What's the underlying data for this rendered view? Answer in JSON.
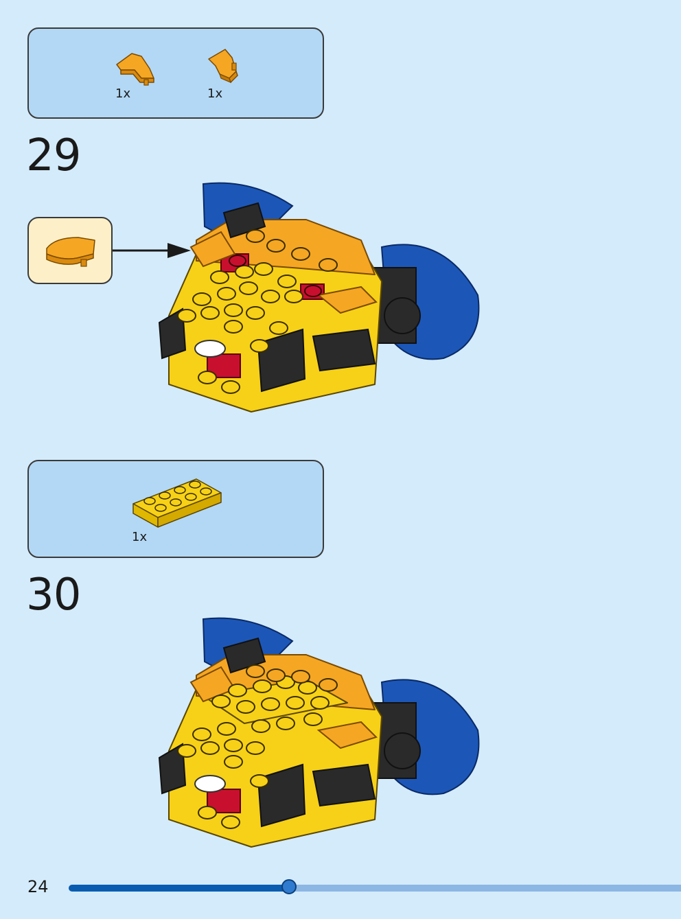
{
  "steps": [
    {
      "number": "29",
      "parts": [
        {
          "name": "wedge-plate-right",
          "qty": "1x",
          "color": "#f5a623"
        },
        {
          "name": "wedge-plate-left",
          "qty": "1x",
          "color": "#f5a623"
        }
      ],
      "callout_part": {
        "name": "wedge-plate-curved",
        "color": "#f5a623"
      }
    },
    {
      "number": "30",
      "parts": [
        {
          "name": "plate-2x4",
          "qty": "1x",
          "color": "#f7d117"
        }
      ]
    }
  ],
  "footer": {
    "page_number": "24",
    "progress_fraction": 0.36
  },
  "colors": {
    "page_background": "#d4ebfb",
    "parts_box": "#b3d8f5",
    "callout_box": "#fdf0c8",
    "brick_yellow": "#f7d117",
    "brick_orange": "#f5a623",
    "brick_blue": "#1c57b8",
    "brick_black": "#2a2a2a",
    "brick_red": "#c8102e",
    "progress_fill": "#0a5cb0",
    "progress_track": "#8cb6e3"
  },
  "icons": [
    "arrow-right-icon"
  ]
}
